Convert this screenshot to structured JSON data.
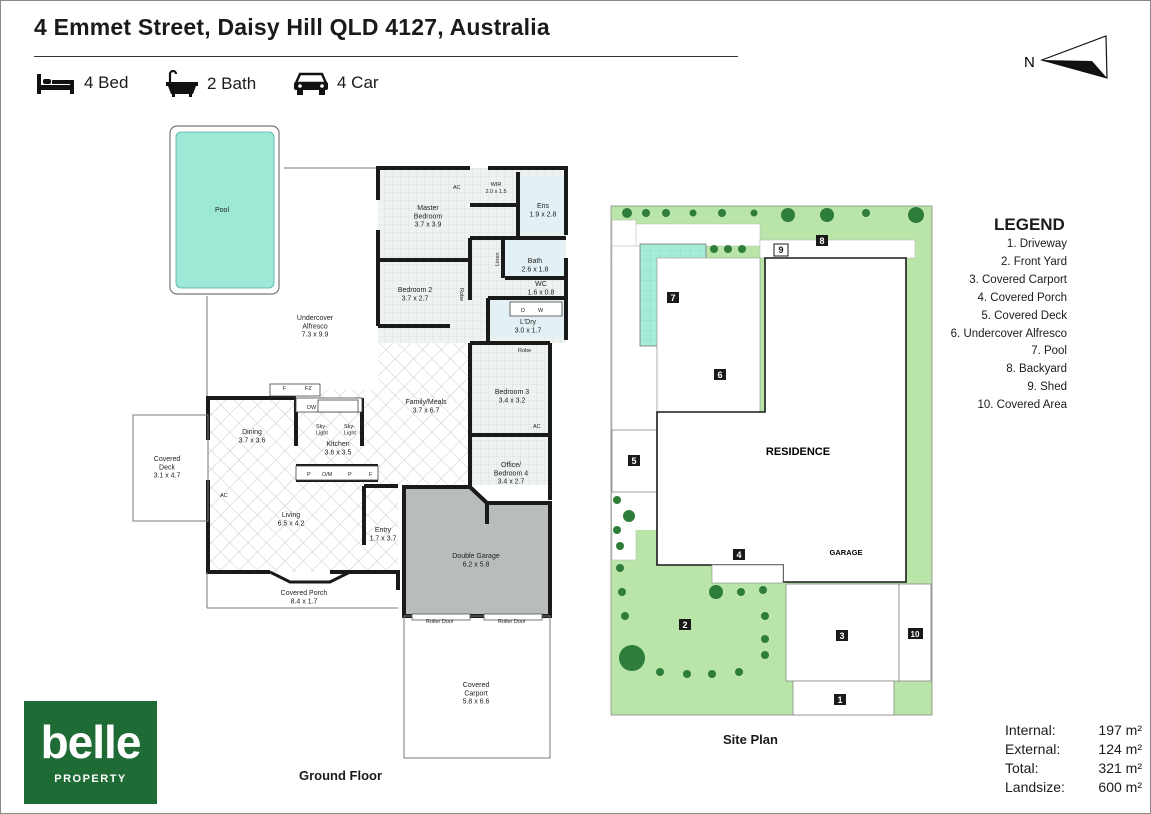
{
  "address": "4 Emmet Street, Daisy Hill QLD 4127, Australia",
  "features": [
    {
      "icon": "bed-icon",
      "label": "4 Bed"
    },
    {
      "icon": "bath-icon",
      "label": "2 Bath"
    },
    {
      "icon": "car-icon",
      "label": "4 Car"
    }
  ],
  "north_label": "N",
  "floor_plan": {
    "caption": "Ground Floor",
    "rooms": {
      "pool": "Pool",
      "alfresco": "Undercover\nAlfresco\n7.3 x 9.9",
      "master": "Master\nBedroom\n3.7 x 3.9",
      "wir": "WIR\n2.0 x 1.5",
      "ens": "Ens\n1.9 x 2.8",
      "bath": "Bath\n2.6 x 1.8",
      "wc": "WC\n1.6 x 0.8",
      "bed2": "Bedroom 2\n3.7 x 2.7",
      "ldry": "L'Dry\n3.0 x 1.7",
      "family": "Family/Meals\n3.7 x 6.7",
      "bed3": "Bedroom 3\n3.4 x 3.2",
      "office": "Office/\nBedroom 4\n3.4 x 2.7",
      "dining": "Dining\n3.7 x 3.6",
      "kitchen": "Kitchen\n3.6 x 3.5",
      "deck": "Covered\nDeck\n3.1 x 4.7",
      "living": "Living\n6.5 x 4.2",
      "entry": "Entry\n1.7 x 3.7",
      "garage": "Double Garage\n6.2 x 5.8",
      "porch": "Covered Porch\n8.4 x 1.7",
      "carport": "Covered\nCarport\n5.8 x 6.6"
    },
    "fixtures": {
      "ac": "AC",
      "linen": "Linen",
      "robe": "Robe",
      "f": "F",
      "fz": "FZ",
      "dw": "DW",
      "skylight": "Sky-\nLight",
      "p": "P",
      "om": "O/M",
      "d": "D",
      "w": "W",
      "roller_door": "Roller Door"
    }
  },
  "site_plan": {
    "caption": "Site Plan",
    "residence_label": "RESIDENCE",
    "garage_label": "GARAGE",
    "markers": [
      "1",
      "2",
      "3",
      "4",
      "5",
      "6",
      "7",
      "8",
      "9",
      "10"
    ]
  },
  "legend": {
    "title": "LEGEND",
    "items": [
      "1. Driveway",
      "2. Front Yard",
      "3. Covered Carport",
      "4. Covered Porch",
      "5. Covered Deck",
      "6. Undercover Alfresco",
      "7. Pool",
      "8. Backyard",
      "9. Shed",
      "10. Covered Area"
    ]
  },
  "areas": [
    {
      "label": "Internal:",
      "value": "197 m²"
    },
    {
      "label": "External:",
      "value": "124 m²"
    },
    {
      "label": "Total:",
      "value": "321 m²"
    },
    {
      "label": "Landsize:",
      "value": "600 m²"
    }
  ],
  "brand": {
    "name": "belle",
    "sub": "PROPERTY",
    "color": "#1f6b35"
  },
  "colors": {
    "pool": "#9ee8d6",
    "garage": "#b8bcbb",
    "lawn": "#b9e6a8",
    "wall": "#1a1a1a",
    "tile": "#cfcfcf"
  }
}
